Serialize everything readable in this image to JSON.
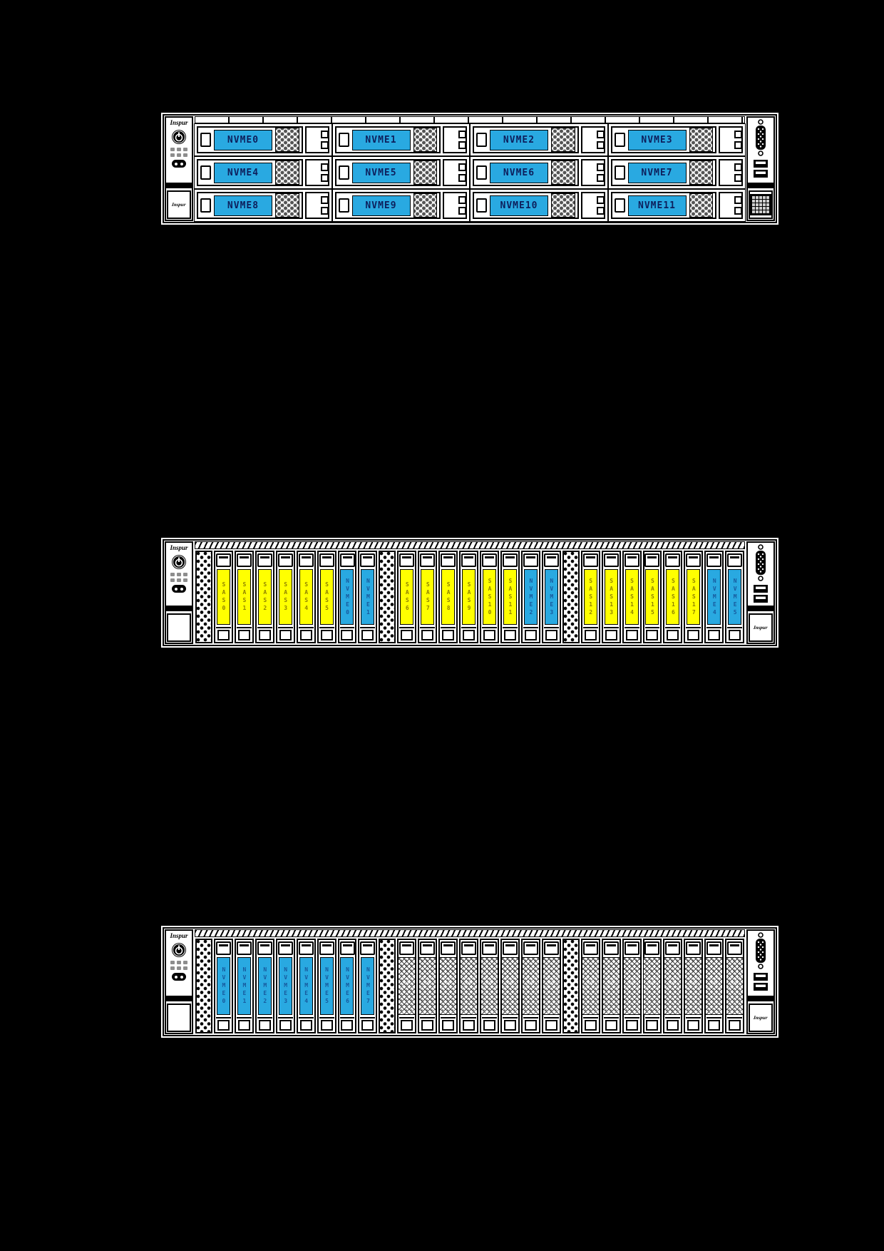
{
  "page": {
    "background": "#000000"
  },
  "brand": {
    "logo": "Inspur",
    "badge": "Inspur"
  },
  "colors": {
    "chassis": "#ffffff",
    "line": "#000000",
    "nvme_blue": "#29a9e1",
    "sas_yellow": "#ffff00",
    "nvme_label_text": "#0d1f5c",
    "sas_label_text": "#8f8200",
    "nvme_vertical_text": "#175a9e"
  },
  "servers": [
    {
      "form_factor": "3.5",
      "left_ear": {
        "controls": [
          "power-button",
          "status-leds",
          "uid-button"
        ],
        "badge": "Inspur"
      },
      "right_ear": {
        "ports": [
          "vga-port",
          "usb-ports",
          "diagnostic-display"
        ]
      },
      "rows": [
        [
          "NVME0",
          "NVME1",
          "NVME2",
          "NVME3"
        ],
        [
          "NVME4",
          "NVME5",
          "NVME6",
          "NVME7"
        ],
        [
          "NVME8",
          "NVME9",
          "NVME10",
          "NVME11"
        ]
      ]
    },
    {
      "form_factor": "2.5",
      "left_ear": {
        "controls": [
          "power-button",
          "status-leds",
          "uid-button"
        ]
      },
      "right_ear": {
        "ports": [
          "vga-port",
          "usb-ports"
        ],
        "badge": "Inspur"
      },
      "groups": [
        [
          {
            "label": "SAS0",
            "type": "sas"
          },
          {
            "label": "SAS1",
            "type": "sas"
          },
          {
            "label": "SAS2",
            "type": "sas"
          },
          {
            "label": "SAS3",
            "type": "sas"
          },
          {
            "label": "SAS4",
            "type": "sas"
          },
          {
            "label": "SAS5",
            "type": "sas"
          },
          {
            "label": "NVME0",
            "type": "nvme"
          },
          {
            "label": "NVME1",
            "type": "nvme"
          }
        ],
        [
          {
            "label": "SAS6",
            "type": "sas"
          },
          {
            "label": "SAS7",
            "type": "sas"
          },
          {
            "label": "SAS8",
            "type": "sas"
          },
          {
            "label": "SAS9",
            "type": "sas"
          },
          {
            "label": "SAS10",
            "type": "sas"
          },
          {
            "label": "SAS11",
            "type": "sas"
          },
          {
            "label": "NVME2",
            "type": "nvme"
          },
          {
            "label": "NVME3",
            "type": "nvme"
          }
        ],
        [
          {
            "label": "SAS12",
            "type": "sas"
          },
          {
            "label": "SAS13",
            "type": "sas"
          },
          {
            "label": "SAS14",
            "type": "sas"
          },
          {
            "label": "SAS15",
            "type": "sas"
          },
          {
            "label": "SAS16",
            "type": "sas"
          },
          {
            "label": "SAS17",
            "type": "sas"
          },
          {
            "label": "NVME4",
            "type": "nvme"
          },
          {
            "label": "NVME5",
            "type": "nvme"
          }
        ]
      ]
    },
    {
      "form_factor": "2.5",
      "left_ear": {
        "controls": [
          "power-button",
          "status-leds",
          "uid-button"
        ]
      },
      "right_ear": {
        "ports": [
          "vga-port",
          "usb-ports"
        ],
        "badge": "Inspur"
      },
      "groups": [
        [
          {
            "label": "NVME0",
            "type": "nvme"
          },
          {
            "label": "NVME1",
            "type": "nvme"
          },
          {
            "label": "NVME2",
            "type": "nvme"
          },
          {
            "label": "NVME3",
            "type": "nvme"
          },
          {
            "label": "NVME4",
            "type": "nvme"
          },
          {
            "label": "NVME5",
            "type": "nvme"
          },
          {
            "label": "NVME6",
            "type": "nvme"
          },
          {
            "label": "NVME7",
            "type": "nvme"
          }
        ],
        [
          {
            "label": "",
            "type": "blank"
          },
          {
            "label": "",
            "type": "blank"
          },
          {
            "label": "",
            "type": "blank"
          },
          {
            "label": "",
            "type": "blank"
          },
          {
            "label": "",
            "type": "blank"
          },
          {
            "label": "",
            "type": "blank"
          },
          {
            "label": "",
            "type": "blank"
          },
          {
            "label": "",
            "type": "blank"
          }
        ],
        [
          {
            "label": "",
            "type": "blank"
          },
          {
            "label": "",
            "type": "blank"
          },
          {
            "label": "",
            "type": "blank"
          },
          {
            "label": "",
            "type": "blank"
          },
          {
            "label": "",
            "type": "blank"
          },
          {
            "label": "",
            "type": "blank"
          },
          {
            "label": "",
            "type": "blank"
          },
          {
            "label": "",
            "type": "blank"
          }
        ]
      ]
    }
  ]
}
